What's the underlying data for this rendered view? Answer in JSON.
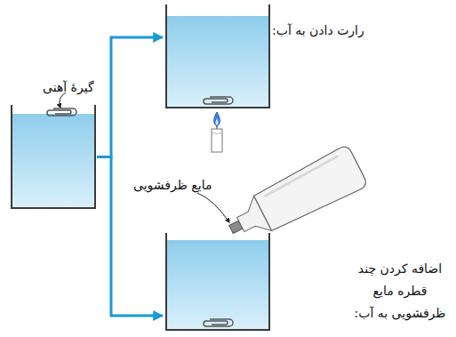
{
  "diagram": {
    "nodes": [
      {
        "text": [
          "گیرهٔ آهنی"
        ]
      },
      {
        "text": [
          "رارت دادن به آب:"
        ]
      },
      {
        "text": [
          "اضافه کردن چند قطره مایع ظرفشویی به آب:"
        ]
      }
    ],
    "edges": [
      {
        "from": 0,
        "to": 1,
        "arrow": "to"
      },
      {
        "from": 0,
        "to": 2,
        "arrow": "to"
      }
    ],
    "labels": [
      "مایع ظرفشویی"
    ]
  }
}
